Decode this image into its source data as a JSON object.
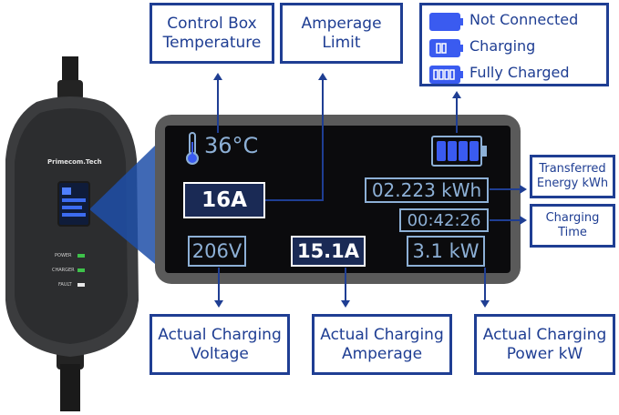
{
  "device": {
    "brand": "Primecom.Tech",
    "indicators": [
      {
        "label": "POWER",
        "color": "#3ec24a"
      },
      {
        "label": "CHARGER",
        "color": "#3ec24a"
      },
      {
        "label": "FAULT",
        "color": "#e8e8e8"
      }
    ]
  },
  "legend": {
    "items": [
      {
        "label": "Not Connected",
        "icon": "battery-empty-icon"
      },
      {
        "label": "Charging",
        "icon": "battery-charging-icon"
      },
      {
        "label": "Fully Charged",
        "icon": "battery-full-icon"
      }
    ]
  },
  "display": {
    "temperature": "36°C",
    "amperage_limit": "16A",
    "energy": "02.223 kWh",
    "time": "00:42:26",
    "voltage": "206V",
    "amperage": "15.1A",
    "power": "3.1 kW"
  },
  "callouts": {
    "control_box_temp": [
      "Control Box",
      "Temperature"
    ],
    "amperage_limit": [
      "Amperage",
      "Limit"
    ],
    "transferred_energy": [
      "Transferred",
      "Energy kWh"
    ],
    "charging_time": [
      "Charging",
      "Time"
    ],
    "actual_voltage": [
      "Actual Charging",
      "Voltage"
    ],
    "actual_amperage": [
      "Actual Charging",
      "Amperage"
    ],
    "actual_power": [
      "Actual Charging",
      "Power kW"
    ]
  },
  "colors": {
    "callout_border": "#1f3e93",
    "screen_text": "#8db0d6",
    "battery_fill": "#3a5bf0"
  }
}
